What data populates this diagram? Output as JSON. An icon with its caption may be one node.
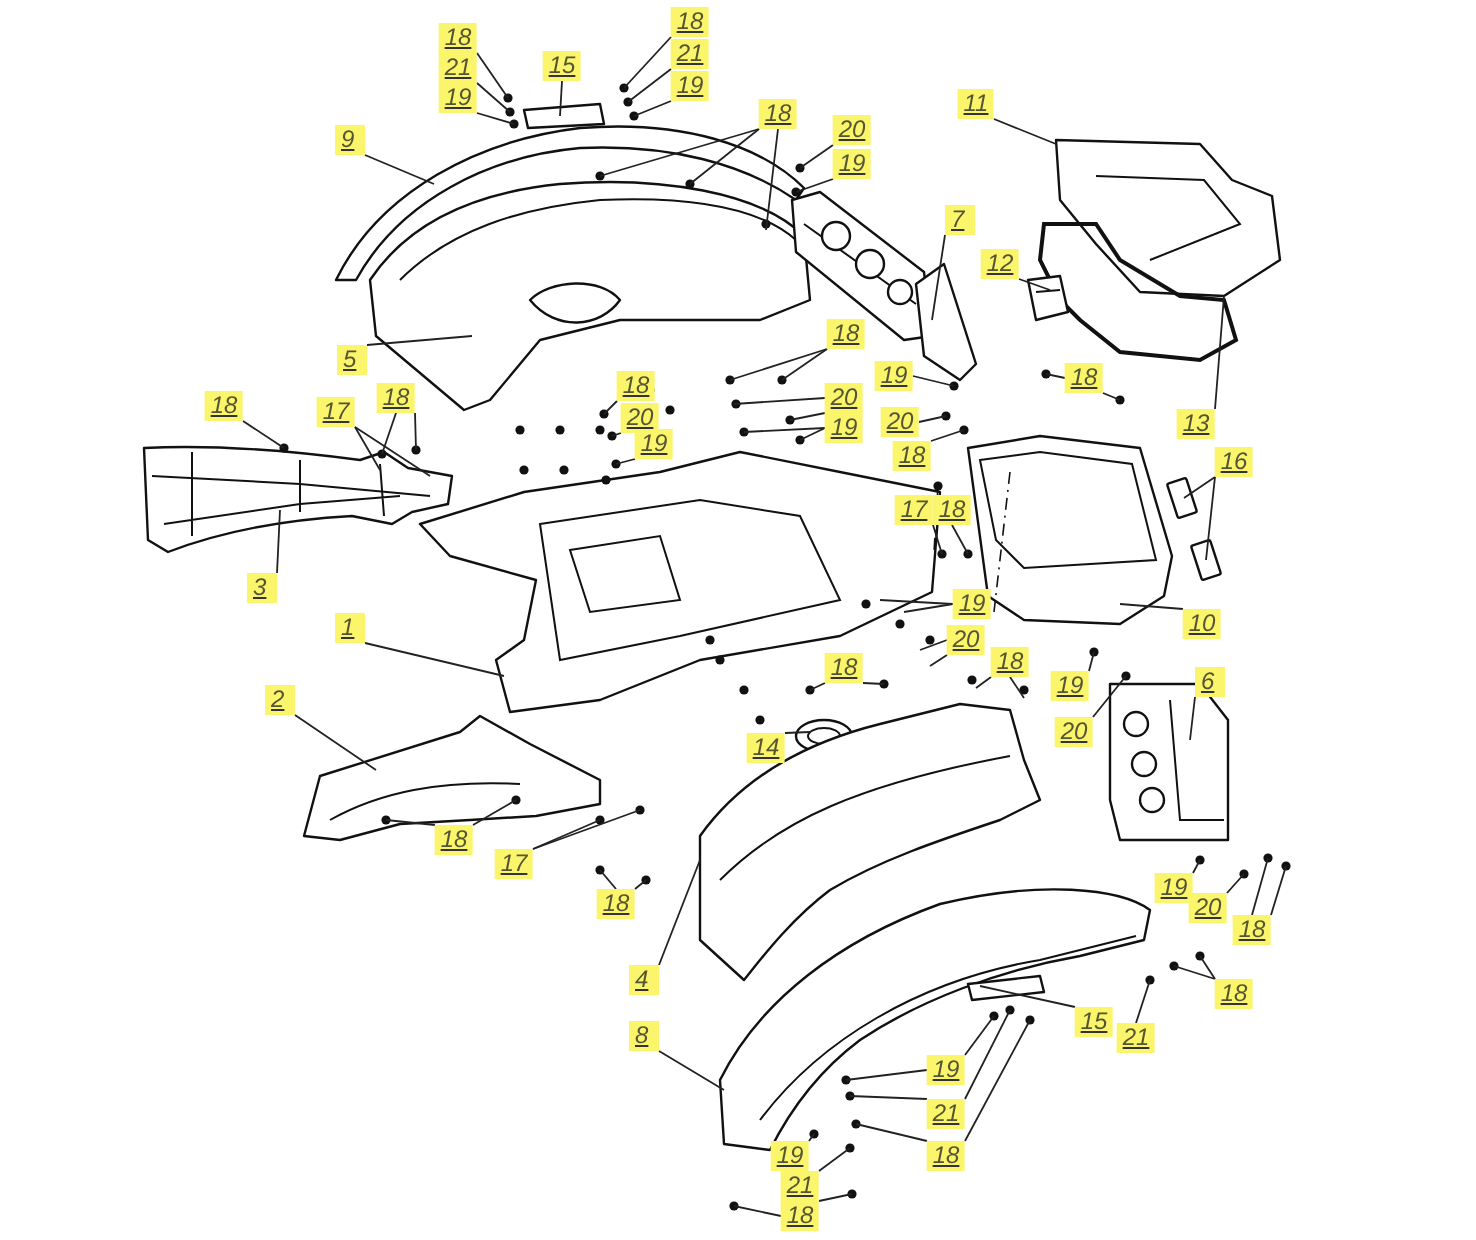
{
  "diagram": {
    "nodes": [
      {
        "text": [
          "18"
        ]
      },
      {
        "text": [
          "21"
        ]
      },
      {
        "text": [
          "19"
        ]
      },
      {
        "text": [
          "15"
        ]
      },
      {
        "text": [
          "18"
        ]
      },
      {
        "text": [
          "21"
        ]
      },
      {
        "text": [
          "19"
        ]
      },
      {
        "text": [
          "9"
        ]
      },
      {
        "text": [
          "18"
        ]
      },
      {
        "text": [
          "20"
        ]
      },
      {
        "text": [
          "19"
        ]
      },
      {
        "text": [
          "11"
        ]
      },
      {
        "text": [
          "7"
        ]
      },
      {
        "text": [
          "12"
        ]
      },
      {
        "text": [
          "5"
        ]
      },
      {
        "text": [
          "18"
        ]
      },
      {
        "text": [
          "19"
        ]
      },
      {
        "text": [
          "20"
        ]
      },
      {
        "text": [
          "18"
        ]
      },
      {
        "text": [
          "18"
        ]
      },
      {
        "text": [
          "13"
        ]
      },
      {
        "text": [
          "18"
        ]
      },
      {
        "text": [
          "17"
        ]
      },
      {
        "text": [
          "18"
        ]
      },
      {
        "text": [
          "18"
        ]
      },
      {
        "text": [
          "20"
        ]
      },
      {
        "text": [
          "19"
        ]
      },
      {
        "text": [
          "20"
        ]
      },
      {
        "text": [
          "19"
        ]
      },
      {
        "text": [
          "16"
        ]
      },
      {
        "text": [
          "3"
        ]
      },
      {
        "text": [
          "17"
        ]
      },
      {
        "text": [
          "18"
        ]
      },
      {
        "text": [
          "1"
        ]
      },
      {
        "text": [
          "19"
        ]
      },
      {
        "text": [
          "20"
        ]
      },
      {
        "text": [
          "18"
        ]
      },
      {
        "text": [
          "10"
        ]
      },
      {
        "text": [
          "2"
        ]
      },
      {
        "text": [
          "18"
        ]
      },
      {
        "text": [
          "19"
        ]
      },
      {
        "text": [
          "20"
        ]
      },
      {
        "text": [
          "6"
        ]
      },
      {
        "text": [
          "14"
        ]
      },
      {
        "text": [
          "18"
        ]
      },
      {
        "text": [
          "17"
        ]
      },
      {
        "text": [
          "18"
        ]
      },
      {
        "text": [
          "19"
        ]
      },
      {
        "text": [
          "20"
        ]
      },
      {
        "text": [
          "18"
        ]
      },
      {
        "text": [
          "4"
        ]
      },
      {
        "text": [
          "18"
        ]
      },
      {
        "text": [
          "15"
        ]
      },
      {
        "text": [
          "21"
        ]
      },
      {
        "text": [
          "8"
        ]
      },
      {
        "text": [
          "19"
        ]
      },
      {
        "text": [
          "21"
        ]
      },
      {
        "text": [
          "18"
        ]
      },
      {
        "text": [
          "19"
        ]
      },
      {
        "text": [
          "21"
        ]
      },
      {
        "text": [
          "18"
        ]
      }
    ],
    "edges": [
      {
        "from": 0,
        "to": null,
        "arrow": "none"
      },
      {
        "from": 1,
        "to": null,
        "arrow": "none"
      },
      {
        "from": 2,
        "to": null,
        "arrow": "none"
      },
      {
        "from": 3,
        "to": null,
        "arrow": "none"
      },
      {
        "from": 4,
        "to": null,
        "arrow": "none"
      },
      {
        "from": 5,
        "to": null,
        "arrow": "none"
      },
      {
        "from": 6,
        "to": null,
        "arrow": "none"
      },
      {
        "from": 7,
        "to": null,
        "arrow": "none"
      },
      {
        "from": 8,
        "to": null,
        "arrow": "none"
      },
      {
        "from": 8,
        "to": null,
        "arrow": "none"
      },
      {
        "from": 8,
        "to": null,
        "arrow": "none"
      },
      {
        "from": 9,
        "to": null,
        "arrow": "none"
      },
      {
        "from": 10,
        "to": null,
        "arrow": "none"
      },
      {
        "from": 11,
        "to": null,
        "arrow": "none"
      },
      {
        "from": 12,
        "to": null,
        "arrow": "none"
      },
      {
        "from": 13,
        "to": null,
        "arrow": "none"
      },
      {
        "from": 14,
        "to": null,
        "arrow": "none"
      },
      {
        "from": 15,
        "to": null,
        "arrow": "none"
      },
      {
        "from": 15,
        "to": null,
        "arrow": "none"
      },
      {
        "from": 16,
        "to": null,
        "arrow": "none"
      },
      {
        "from": 17,
        "to": null,
        "arrow": "none"
      },
      {
        "from": 18,
        "to": null,
        "arrow": "none"
      },
      {
        "from": 19,
        "to": null,
        "arrow": "none"
      },
      {
        "from": 19,
        "to": null,
        "arrow": "none"
      },
      {
        "from": 20,
        "to": null,
        "arrow": "none"
      },
      {
        "from": 21,
        "to": null,
        "arrow": "none"
      },
      {
        "from": 22,
        "to": null,
        "arrow": "none"
      },
      {
        "from": 22,
        "to": null,
        "arrow": "none"
      },
      {
        "from": 23,
        "to": null,
        "arrow": "none"
      },
      {
        "from": 23,
        "to": null,
        "arrow": "none"
      },
      {
        "from": 24,
        "to": null,
        "arrow": "none"
      },
      {
        "from": 25,
        "to": null,
        "arrow": "none"
      },
      {
        "from": 26,
        "to": null,
        "arrow": "none"
      },
      {
        "from": 27,
        "to": null,
        "arrow": "none"
      },
      {
        "from": 27,
        "to": null,
        "arrow": "none"
      },
      {
        "from": 28,
        "to": null,
        "arrow": "none"
      },
      {
        "from": 28,
        "to": null,
        "arrow": "none"
      },
      {
        "from": 29,
        "to": null,
        "arrow": "none"
      },
      {
        "from": 29,
        "to": null,
        "arrow": "none"
      },
      {
        "from": 30,
        "to": null,
        "arrow": "none"
      },
      {
        "from": 31,
        "to": null,
        "arrow": "none"
      },
      {
        "from": 32,
        "to": null,
        "arrow": "none"
      },
      {
        "from": 33,
        "to": null,
        "arrow": "none"
      },
      {
        "from": 34,
        "to": null,
        "arrow": "none"
      },
      {
        "from": 34,
        "to": null,
        "arrow": "none"
      },
      {
        "from": 35,
        "to": null,
        "arrow": "none"
      },
      {
        "from": 35,
        "to": null,
        "arrow": "none"
      },
      {
        "from": 36,
        "to": null,
        "arrow": "none"
      },
      {
        "from": 36,
        "to": null,
        "arrow": "none"
      },
      {
        "from": 37,
        "to": null,
        "arrow": "none"
      },
      {
        "from": 38,
        "to": null,
        "arrow": "none"
      },
      {
        "from": 39,
        "to": null,
        "arrow": "none"
      },
      {
        "from": 39,
        "to": null,
        "arrow": "none"
      },
      {
        "from": 40,
        "to": null,
        "arrow": "none"
      },
      {
        "from": 41,
        "to": null,
        "arrow": "none"
      },
      {
        "from": 42,
        "to": null,
        "arrow": "none"
      },
      {
        "from": 43,
        "to": null,
        "arrow": "none"
      },
      {
        "from": 44,
        "to": null,
        "arrow": "none"
      },
      {
        "from": 44,
        "to": null,
        "arrow": "none"
      },
      {
        "from": 45,
        "to": null,
        "arrow": "none"
      },
      {
        "from": 45,
        "to": null,
        "arrow": "none"
      },
      {
        "from": 46,
        "to": null,
        "arrow": "none"
      },
      {
        "from": 46,
        "to": null,
        "arrow": "none"
      },
      {
        "from": 47,
        "to": null,
        "arrow": "none"
      },
      {
        "from": 48,
        "to": null,
        "arrow": "none"
      },
      {
        "from": 49,
        "to": null,
        "arrow": "none"
      },
      {
        "from": 49,
        "to": null,
        "arrow": "none"
      },
      {
        "from": 50,
        "to": null,
        "arrow": "none"
      },
      {
        "from": 51,
        "to": null,
        "arrow": "none"
      },
      {
        "from": 51,
        "to": null,
        "arrow": "none"
      },
      {
        "from": 52,
        "to": null,
        "arrow": "none"
      },
      {
        "from": 53,
        "to": null,
        "arrow": "none"
      },
      {
        "from": 54,
        "to": null,
        "arrow": "none"
      },
      {
        "from": 55,
        "to": null,
        "arrow": "none"
      },
      {
        "from": 55,
        "to": null,
        "arrow": "none"
      },
      {
        "from": 56,
        "to": null,
        "arrow": "none"
      },
      {
        "from": 56,
        "to": null,
        "arrow": "none"
      },
      {
        "from": 57,
        "to": null,
        "arrow": "none"
      },
      {
        "from": 57,
        "to": null,
        "arrow": "none"
      },
      {
        "from": 58,
        "to": null,
        "arrow": "none"
      },
      {
        "from": 59,
        "to": null,
        "arrow": "none"
      },
      {
        "from": 60,
        "to": null,
        "arrow": "none"
      },
      {
        "from": 60,
        "to": null,
        "arrow": "none"
      }
    ]
  }
}
